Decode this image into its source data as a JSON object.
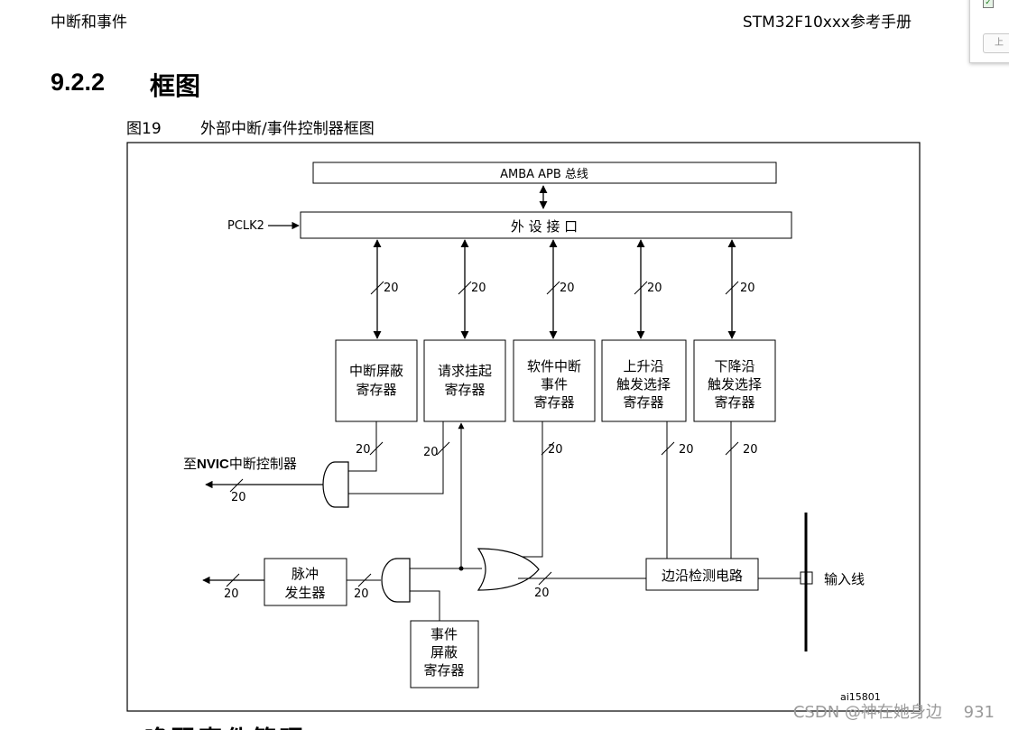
{
  "header": {
    "chapter": "中断和事件",
    "manual": "STM32F10xxx参考手册"
  },
  "section": {
    "number": "9.2.2",
    "title": "框图"
  },
  "figure": {
    "label": "图19",
    "title": "外部中断/事件控制器框图",
    "id": "ai15801"
  },
  "diagram": {
    "bus": "AMBA APB 总线",
    "peripheral_interface": "外 设 接 口",
    "clock": "PCLK2",
    "width": "20",
    "registers": [
      {
        "line1": "中断屏蔽",
        "line2": "寄存器",
        "line3": ""
      },
      {
        "line1": "请求挂起",
        "line2": "寄存器",
        "line3": ""
      },
      {
        "line1": "软件中断",
        "line2": "事件",
        "line3": "寄存器"
      },
      {
        "line1": "上升沿",
        "line2": "触发选择",
        "line3": "寄存器"
      },
      {
        "line1": "下降沿",
        "line2": "触发选择",
        "line3": "寄存器"
      }
    ],
    "nvic_prefix": "至",
    "nvic_bold": "NVIC",
    "nvic_suffix": "中断控制器",
    "pulse_gen_line1": "脉冲",
    "pulse_gen_line2": "发生器",
    "event_mask_line1": "事件",
    "event_mask_line2": "屏蔽",
    "event_mask_line3": "寄存器",
    "edge_detect": "边沿检测电路",
    "input_line": "输入线"
  },
  "watermark": "CSDN @神在她身边",
  "page_number": "931",
  "next_heading": "唤醒事件管理"
}
